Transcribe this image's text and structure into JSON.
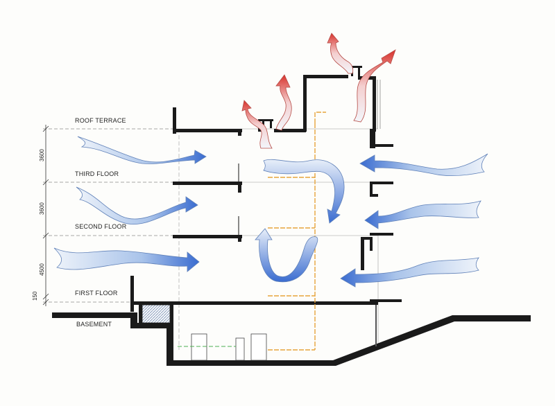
{
  "levels": {
    "roof_terrace": "ROOF TERRACE",
    "third_floor": "THIRD FLOOR",
    "second_floor": "SECOND FLOOR",
    "first_floor": "FIRST FLOOR",
    "basement": "BASEMENT"
  },
  "dimensions": {
    "roof_to_third": "3600",
    "third_to_second": "3600",
    "second_to_first": "4500",
    "first_plinth": "150"
  },
  "colors": {
    "structure": "#1a1a1a",
    "cool_air": "#4f7fd6",
    "cool_air_light": "#dbe6f5",
    "warm_air": "#e0463e",
    "warm_air_light": "#f6dede",
    "service_line": "#e6a43a",
    "drain_line": "#4caf50",
    "dashed_guide": "#888888"
  },
  "icons": {
    "cool_air_arrow": "wind-arrow-blue",
    "warm_air_arrow": "exhaust-arrow-red"
  }
}
